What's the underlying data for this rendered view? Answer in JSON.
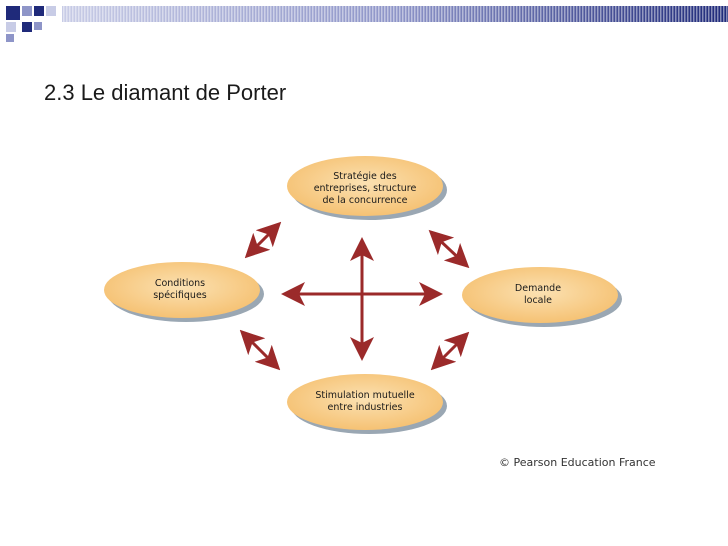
{
  "slide": {
    "title": "2.3 Le diamant de Porter",
    "copyright": "© Pearson Education France"
  },
  "diagram": {
    "nodes": {
      "top": [
        "Stratégie des",
        "entreprises, structure",
        "de la concurrence"
      ],
      "left": [
        "Conditions",
        "spécifiques"
      ],
      "right": [
        "Demande",
        "locale"
      ],
      "bottom": [
        "Stimulation mutuelle",
        "entre industries"
      ]
    },
    "colors": {
      "node_fill": "#F8CC86",
      "node_shadow": "#9AA7B3",
      "arrow": "#9B2A2A",
      "banner_dark": "#2E3A8C",
      "banner_light": "#C8CCE6"
    }
  }
}
